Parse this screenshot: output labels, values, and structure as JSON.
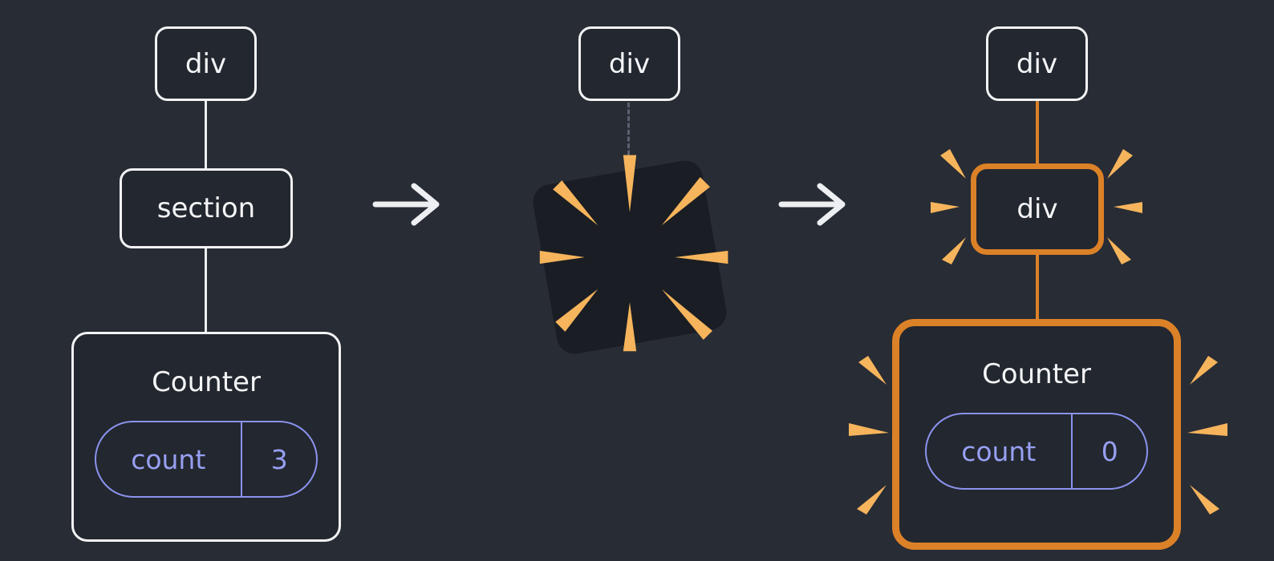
{
  "diagram_title": "component-unmount-remount-state-reset",
  "colors": {
    "background": "#282C34",
    "node_fill": "#23272F",
    "node_border": "#F2F3F5",
    "connector": "#EDEFF2",
    "accent_orange": "#DB8128",
    "spark_orange": "#F6B45C",
    "state_purple": "#8A93EE",
    "burst_fill": "#1A1D23"
  },
  "panels": {
    "before": {
      "root_label": "div",
      "parent_label": "section",
      "component": {
        "name": "Counter",
        "state_key": "count",
        "state_value": "3"
      }
    },
    "transition": {
      "root_label": "div",
      "burst_icon": "poof-burst-icon"
    },
    "after": {
      "root_label": "div",
      "parent_label": "div",
      "component": {
        "name": "Counter",
        "state_key": "count",
        "state_value": "0"
      }
    }
  },
  "icons": {
    "arrow": "right-arrow-icon",
    "sparks": "spark-burst-icon"
  }
}
